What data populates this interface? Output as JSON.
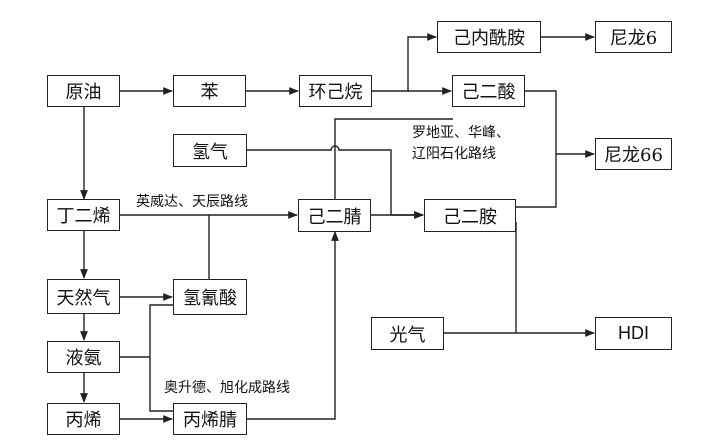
{
  "nodes": {
    "crude_oil": "原油",
    "benzene": "苯",
    "cyclohexane": "环己烷",
    "caprolactam": "己内酰胺",
    "nylon6": "尼龙6",
    "adipic_acid": "己二酸",
    "hydrogen": "氢气",
    "nylon66": "尼龙66",
    "butadiene": "丁二烯",
    "adiponitrile": "己二腈",
    "hexanediamine": "己二胺",
    "natural_gas": "天然气",
    "hydrogen_cyanide": "氢氰酸",
    "liquid_ammonia": "液氨",
    "propylene": "丙烯",
    "acrylonitrile": "丙烯腈",
    "phosgene": "光气",
    "hdi": "HDI"
  },
  "labels": {
    "invista_tianchen": "英威达、天辰路线",
    "luoyang_route_line1": "罗地亚、华峰、",
    "luoyang_route_line2": "辽阳石化路线",
    "asahi_route": "奥升德、旭化成路线"
  },
  "colors": {
    "line": "#222222",
    "text": "#111111",
    "background": "#ffffff"
  }
}
